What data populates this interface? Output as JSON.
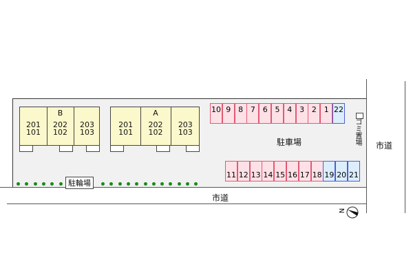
{
  "buildings": [
    {
      "name": "B",
      "units": [
        [
          "201",
          "101"
        ],
        [
          "202",
          "102"
        ],
        [
          "203",
          "103"
        ]
      ]
    },
    {
      "name": "A",
      "units": [
        [
          "201",
          "101"
        ],
        [
          "202",
          "102"
        ],
        [
          "203",
          "103"
        ]
      ]
    }
  ],
  "parking": {
    "label": "駐車場",
    "top_row": [
      {
        "n": "10",
        "c": "pink"
      },
      {
        "n": "9",
        "c": "pink"
      },
      {
        "n": "8",
        "c": "pink"
      },
      {
        "n": "7",
        "c": "pink"
      },
      {
        "n": "6",
        "c": "pink"
      },
      {
        "n": "5",
        "c": "pink"
      },
      {
        "n": "4",
        "c": "pink"
      },
      {
        "n": "3",
        "c": "pink"
      },
      {
        "n": "2",
        "c": "pink"
      },
      {
        "n": "1",
        "c": "pink"
      },
      {
        "n": "22",
        "c": "blue"
      }
    ],
    "bottom_row": [
      {
        "n": "11",
        "c": "pink"
      },
      {
        "n": "12",
        "c": "pink"
      },
      {
        "n": "13",
        "c": "pink"
      },
      {
        "n": "14",
        "c": "pink"
      },
      {
        "n": "15",
        "c": "pink"
      },
      {
        "n": "16",
        "c": "pink"
      },
      {
        "n": "17",
        "c": "pink"
      },
      {
        "n": "18",
        "c": "pink"
      },
      {
        "n": "19",
        "c": "blue"
      },
      {
        "n": "20",
        "c": "blue"
      },
      {
        "n": "21",
        "c": "blue"
      }
    ]
  },
  "bicycle_parking": "駐輪場",
  "garbage": "ゴミ置場",
  "road_right": "市道",
  "road_bottom": "市道",
  "compass": "N",
  "colors": {
    "pink": "#fde1e7",
    "blue": "#dcedfc",
    "building": "#fbf8cb",
    "hedge": "#1a8a1a"
  }
}
